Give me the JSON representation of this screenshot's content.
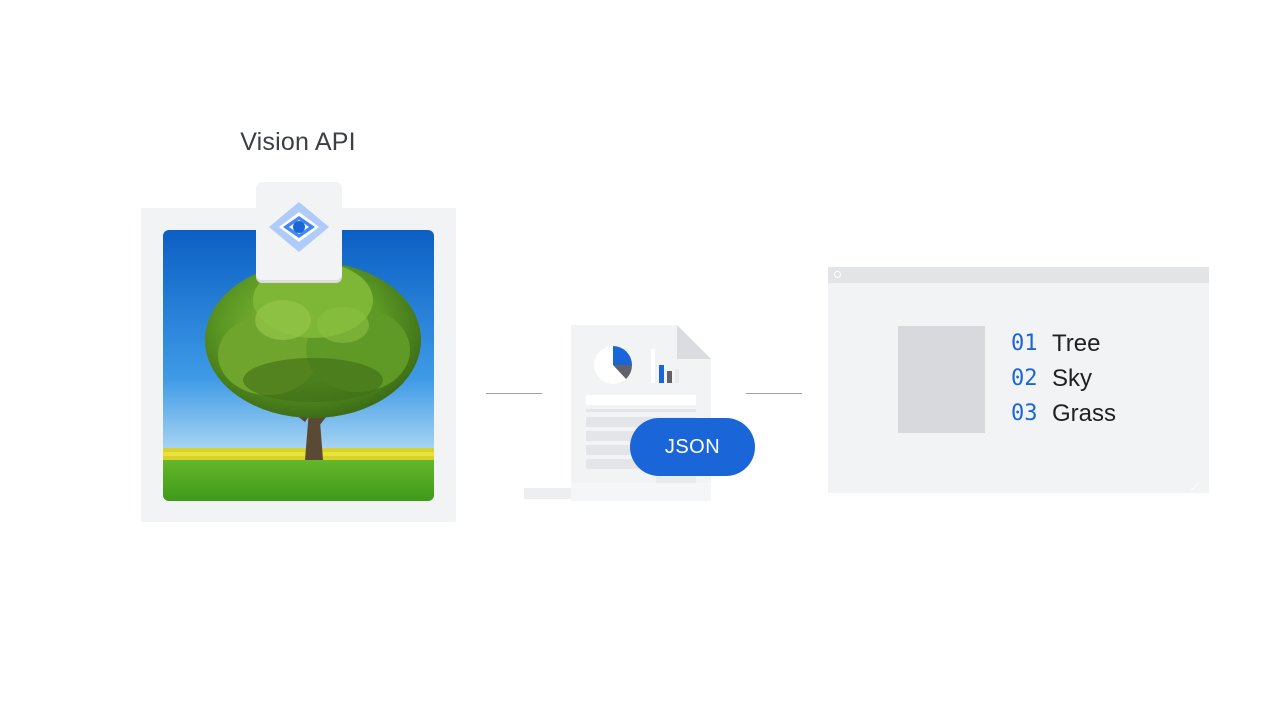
{
  "title": "Vision API",
  "icons": {
    "vision": "vision-api-eye-icon",
    "pie": "pie-chart-icon",
    "bars": "bar-chart-icon"
  },
  "json_badge": "JSON",
  "results": [
    {
      "index": "01",
      "label": "Tree"
    },
    {
      "index": "02",
      "label": "Sky"
    },
    {
      "index": "03",
      "label": "Grass"
    }
  ],
  "colors": {
    "accent": "#1a66d9",
    "vision_icon_light": "#aecbfa",
    "vision_icon_dark": "#4285f4",
    "card_bg": "#f1f3f4"
  }
}
